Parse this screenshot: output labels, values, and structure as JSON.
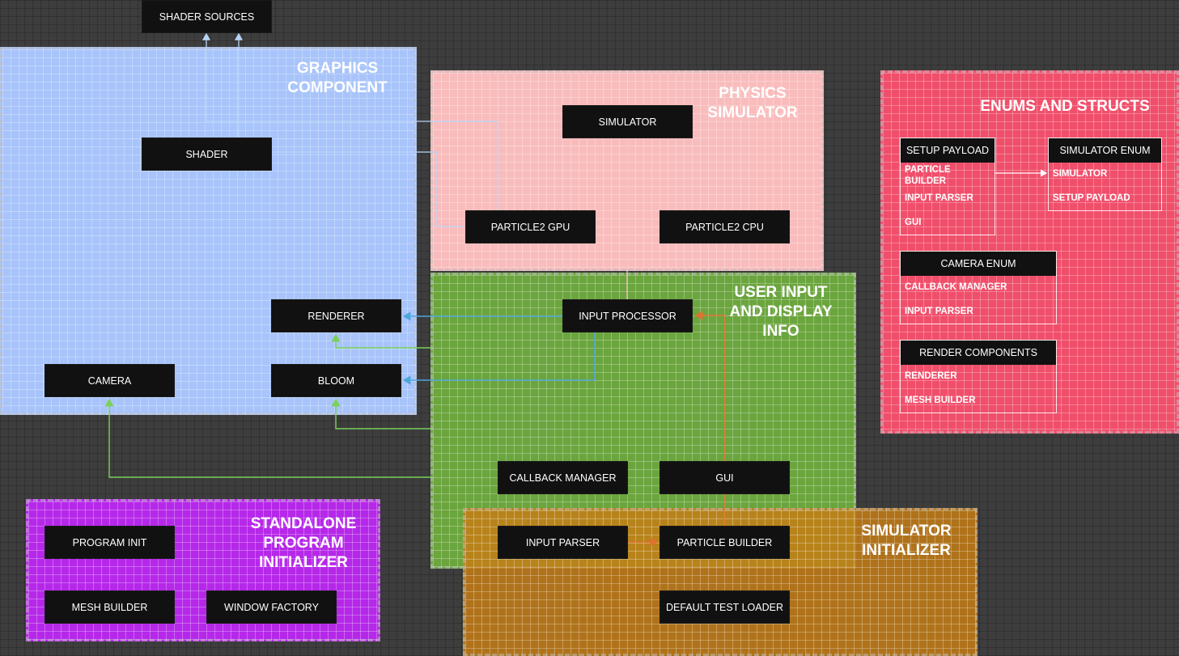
{
  "top_node": {
    "label": "SHADER SOURCES"
  },
  "regions": {
    "graphics": {
      "title": "GRAPHICS\nCOMPONENT",
      "color": "#a8c4fb"
    },
    "physics": {
      "title": "PHYSICS\nSIMULATOR",
      "color": "#f9bcbc"
    },
    "user_input": {
      "title": "USER INPUT\nAND DISPLAY\nINFO",
      "color": "#6ba53e"
    },
    "standalone": {
      "title": "STANDALONE\nPROGRAM\nINITIALIZER",
      "color": "#b628e9"
    },
    "simulator_init": {
      "title": "SIMULATOR\nINITIALIZER",
      "color": "#c47d15"
    },
    "enums": {
      "title": "ENUMS AND STRUCTS",
      "color": "#f04f6b"
    }
  },
  "nodes": {
    "shader": "SHADER",
    "renderer": "RENDERER",
    "camera": "CAMERA",
    "bloom": "BLOOM",
    "simulator": "SIMULATOR",
    "particle2_gpu": "PARTICLE2 GPU",
    "particle2_cpu": "PARTICLE2 CPU",
    "input_processor": "INPUT PROCESSOR",
    "callback_manager": "CALLBACK MANAGER",
    "gui": "GUI",
    "input_parser": "INPUT PARSER",
    "particle_builder": "PARTICLE BUILDER",
    "program_init": "PROGRAM INIT",
    "mesh_builder": "MESH BUILDER",
    "window_factory": "WINDOW FACTORY",
    "default_test_loader": "DEFAULT TEST LOADER"
  },
  "enum_cards": {
    "setup_payload": {
      "header": "SETUP PAYLOAD",
      "items": [
        "PARTICLE\nBUILDER",
        "INPUT PARSER",
        "GUI"
      ]
    },
    "simulator_enum": {
      "header": "SIMULATOR ENUM",
      "items": [
        "SIMULATOR",
        "SETUP PAYLOAD"
      ]
    },
    "camera_enum": {
      "header": "CAMERA ENUM",
      "items": [
        "CALLBACK MANAGER",
        "INPUT PARSER"
      ]
    },
    "render_components": {
      "header": "RENDER COMPONENTS",
      "items": [
        "RENDERER",
        "MESH BUILDER"
      ]
    }
  },
  "wire_colors": {
    "blue": "#4ea6dc",
    "green": "#7bd158",
    "orange": "#e0712e",
    "white": "#ffffff"
  }
}
